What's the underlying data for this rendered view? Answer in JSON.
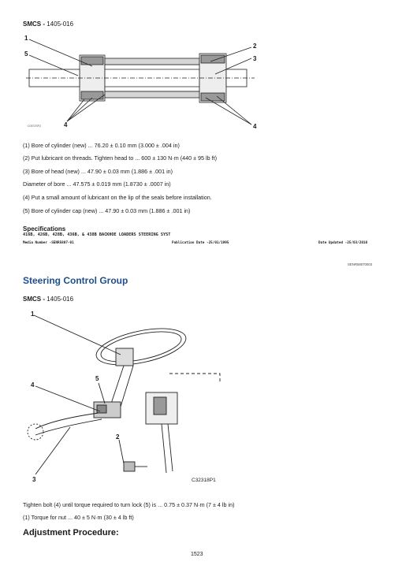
{
  "top_smcs": {
    "label": "SMCS -",
    "code": "1405-016"
  },
  "cylinder_figure": {
    "callouts": [
      "1",
      "5",
      "2",
      "3",
      "4",
      "4"
    ],
    "ref": "C0572SP2"
  },
  "cylinder_specs": [
    "(1) Bore of cylinder (new) ... 76.20 ± 0.10 mm (3.000 ± .004 in)",
    "(2) Put lubricant on threads. Tighten head to ... 600 ± 130 N·m (440 ± 95 lb ft)",
    "(3) Bore of head (new) ... 47.90 ± 0.03 mm (1.886 ± .001 in)",
    "Diameter of bore ... 47.575 ± 0.019 mm (1.8730 ± .0007 in)",
    "(4) Put a small amount of lubricant on the lip of the seals before installation.",
    "(5) Bore of cylinder cap (new) ... 47.90 ± 0.03 mm (1.886 ± .001 in)"
  ],
  "spec_header": {
    "title": "Specifications",
    "subtitle": "416B, 426B, 428B, 436B, & 438B BACKHOE LOADERS STEERING SYST",
    "media_number": "Media Number -SENR5807-01",
    "publication_date": "Publication Date -25/01/1995",
    "date_updated": "Date Updated -25/03/2010",
    "doc_id": "SENR58070003"
  },
  "section_title": "Steering Control Group",
  "second_smcs": {
    "label": "SMCS -",
    "code": "1405-016"
  },
  "steering_figure": {
    "callouts": [
      "1",
      "5",
      "4",
      "2",
      "3"
    ],
    "caption": "C32318P1"
  },
  "steering_specs": [
    "Tighten bolt (4) until torque required to turn lock (5) is ... 0.75 ± 0.37 N·m (7 ± 4 lb in)",
    "(1) Torque for nut ... 40 ± 5 N·m (30 ± 4 lb ft)"
  ],
  "adjustment_heading": "Adjustment Procedure:",
  "page_number": "1523"
}
